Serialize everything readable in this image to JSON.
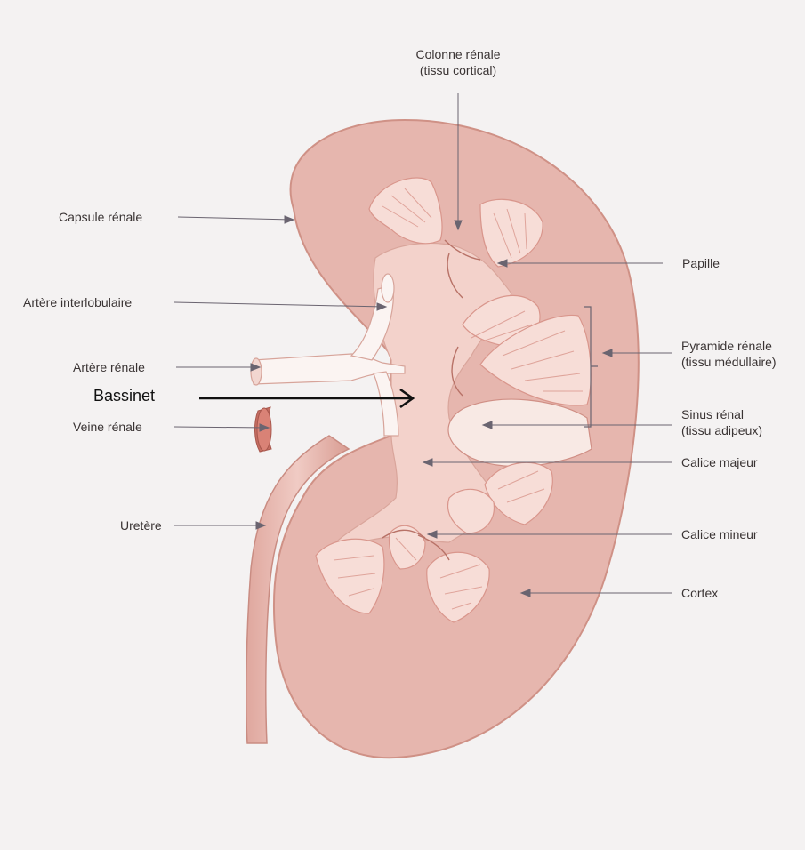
{
  "diagram": {
    "labels": {
      "colonne_renale": [
        "Colonne rénale",
        "(tissu cortical)"
      ],
      "capsule_renale": "Capsule rénale",
      "papille": "Papille",
      "artere_interlobulaire": "Artère interlobulaire",
      "pyramide_renale": [
        "Pyramide rénale",
        "(tissu médullaire)"
      ],
      "artere_renale": "Artère rénale",
      "bassinet": "Bassinet",
      "veine_renale": "Veine rénale",
      "sinus_renal": [
        "Sinus rénal",
        "(tissu adipeux)"
      ],
      "calice_majeur": "Calice majeur",
      "uretere": "Uretère",
      "calice_mineur": "Calice mineur",
      "cortex": "Cortex"
    },
    "colors": {
      "background": "#f4f2f2",
      "cortex": "#e6b6ae",
      "capsule_edge": "#cf9186",
      "pyramid": "#f7ddd7",
      "pyramid_stripe": "#d9968c",
      "sinus": "#f8e9e4",
      "vessel": "#fbf4f2",
      "leader_line": "#6a6470"
    }
  }
}
